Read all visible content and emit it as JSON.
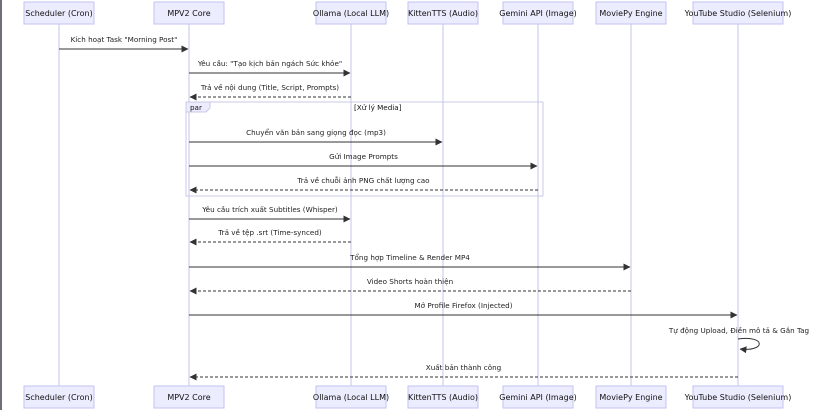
{
  "actors": [
    {
      "id": "cron",
      "label": "Scheduler (Cron)"
    },
    {
      "id": "core",
      "label": "MPV2 Core"
    },
    {
      "id": "ollama",
      "label": "Ollama (Local LLM)"
    },
    {
      "id": "kitten",
      "label": "KittenTTS (Audio)"
    },
    {
      "id": "gemini",
      "label": "Gemini API (Image)"
    },
    {
      "id": "moviepy",
      "label": "MoviePy Engine"
    },
    {
      "id": "youtube",
      "label": "YouTube Studio (Selenium)"
    }
  ],
  "par_block": {
    "tag": "par",
    "label": "[Xử lý Media]"
  },
  "messages": [
    {
      "from": "cron",
      "to": "core",
      "text": "Kích hoạt Task \"Morning Post\"",
      "style": "solid"
    },
    {
      "from": "core",
      "to": "ollama",
      "text": "Yêu cầu: \"Tạo kịch bản ngách Sức khỏe\"",
      "style": "solid"
    },
    {
      "from": "ollama",
      "to": "core",
      "text": "Trả về nội dung (Title, Script, Prompts)",
      "style": "dashed"
    },
    {
      "from": "core",
      "to": "kitten",
      "text": "Chuyển văn bản sang giọng đọc (mp3)",
      "style": "solid"
    },
    {
      "from": "core",
      "to": "gemini",
      "text": "Gửi Image Prompts",
      "style": "solid"
    },
    {
      "from": "gemini",
      "to": "core",
      "text": "Trả về chuỗi ảnh PNG chất lượng cao",
      "style": "dashed"
    },
    {
      "from": "core",
      "to": "ollama",
      "text": "Yêu cầu trích xuất Subtitles (Whisper)",
      "style": "solid"
    },
    {
      "from": "ollama",
      "to": "core",
      "text": "Trả về tệp .srt (Time-synced)",
      "style": "dashed"
    },
    {
      "from": "core",
      "to": "moviepy",
      "text": "Tổng hợp Timeline & Render MP4",
      "style": "solid"
    },
    {
      "from": "moviepy",
      "to": "core",
      "text": "Video Shorts hoàn thiện",
      "style": "dashed"
    },
    {
      "from": "core",
      "to": "youtube",
      "text": "Mở Profile Firefox (Injected)",
      "style": "solid"
    },
    {
      "from": "youtube",
      "to": "youtube",
      "text": "Tự động Upload, Điền mô tả & Gắn Tag",
      "style": "solid"
    },
    {
      "from": "youtube",
      "to": "core",
      "text": "Xuất bản thành công",
      "style": "dashed"
    }
  ]
}
